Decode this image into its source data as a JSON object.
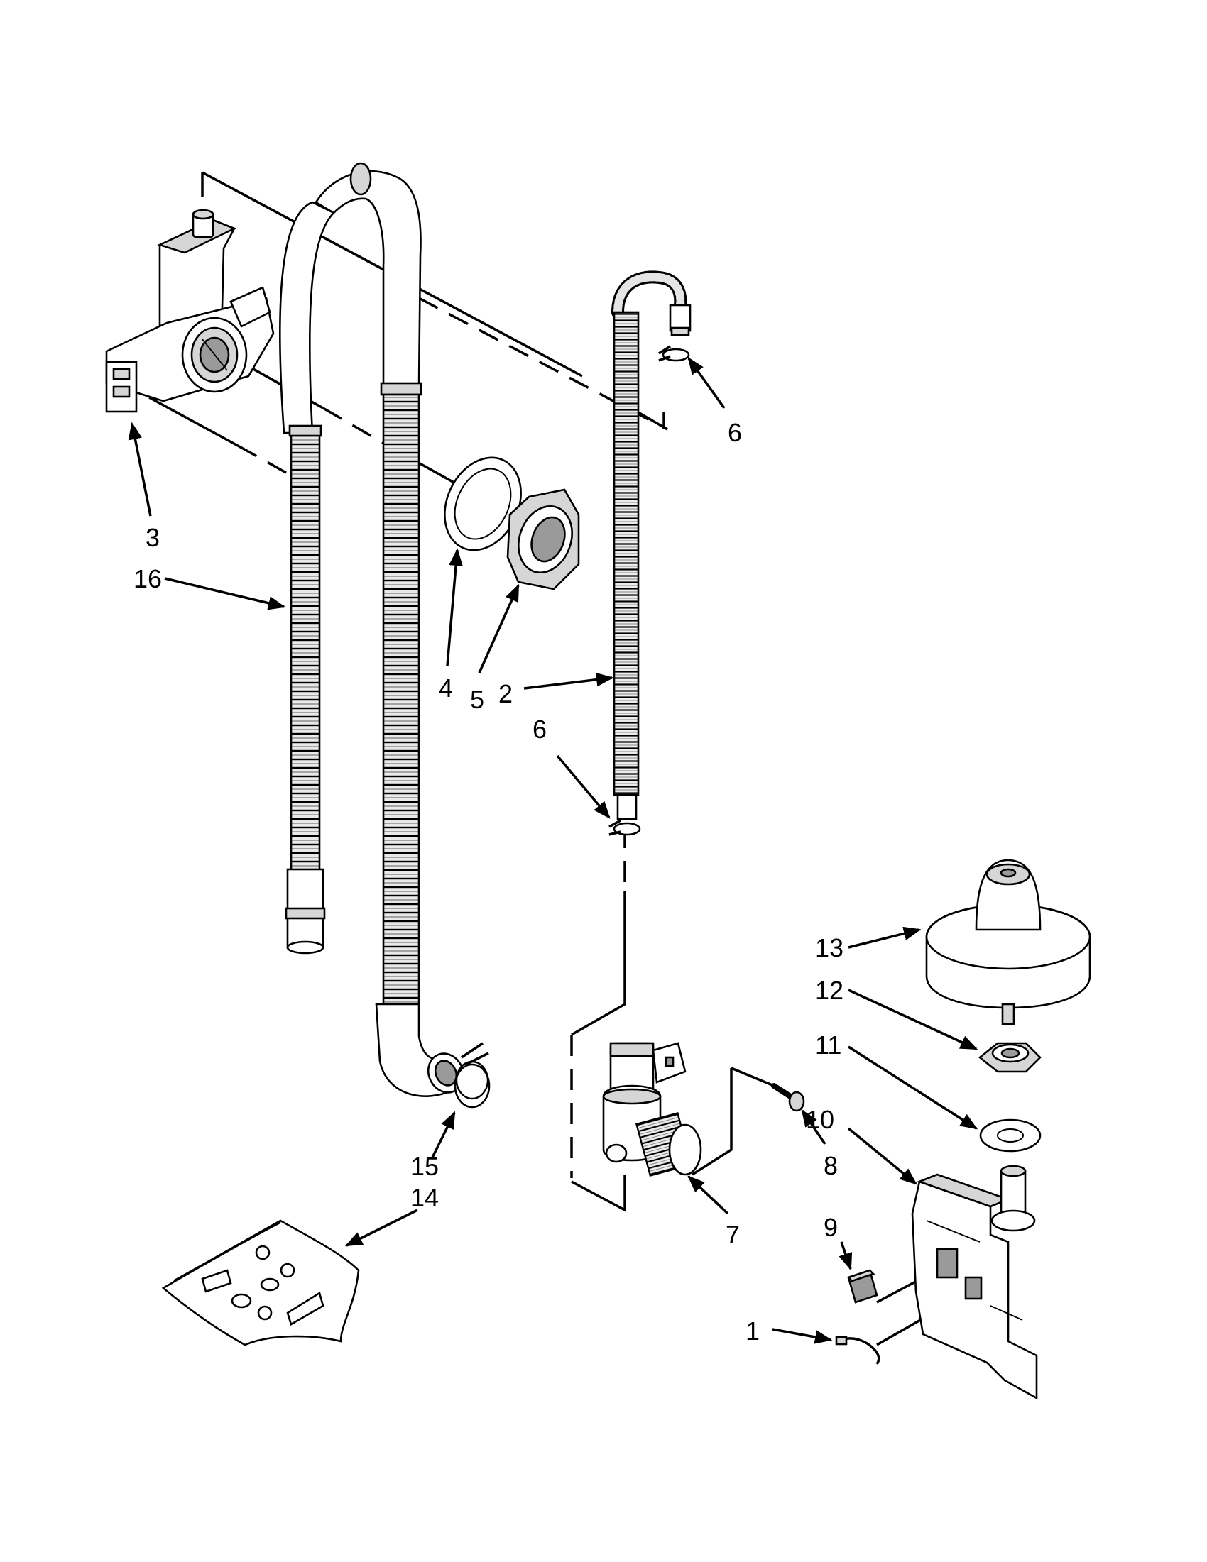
{
  "callouts": {
    "c1": "1",
    "c2": "2",
    "c3": "3",
    "c4": "4",
    "c5": "5",
    "c6a": "6",
    "c6b": "6",
    "c7": "7",
    "c8": "8",
    "c9": "9",
    "c10": "10",
    "c11": "11",
    "c12": "12",
    "c13": "13",
    "c14": "14",
    "c15": "15",
    "c16": "16"
  },
  "colors": {
    "line": "#000000",
    "part_fill": "#ffffff",
    "part_shade": "#d6d6d6",
    "part_dark": "#9a9a9a"
  }
}
